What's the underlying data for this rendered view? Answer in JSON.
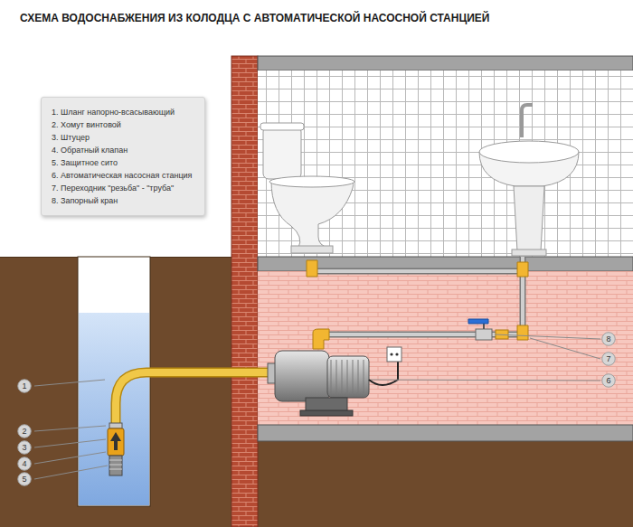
{
  "diagram": {
    "title": "СХЕМА ВОДОСНАБЖЕНИЯ ИЗ КОЛОДЦА С АВТОМАТИЧЕСКОЙ НАСОСНОЙ СТАНЦИЕЙ",
    "nodes": [
      {
        "text": [
          "1. Шланг напорно-всасывающий",
          "2. Хомут винтовой",
          "3. Штуцер",
          "4. Обратный клапан",
          "5. Защитное сито",
          "6. Автоматическая насосная станция",
          "7. Переходник \"резьба\" - \"труба\"",
          "8. Запорный кран"
        ]
      },
      {
        "text": [
          "1"
        ]
      },
      {
        "text": [
          "2"
        ]
      },
      {
        "text": [
          "3"
        ]
      },
      {
        "text": [
          "4"
        ]
      },
      {
        "text": [
          "5"
        ]
      },
      {
        "text": [
          "8"
        ]
      },
      {
        "text": [
          "7"
        ]
      },
      {
        "text": [
          "6"
        ]
      }
    ]
  }
}
